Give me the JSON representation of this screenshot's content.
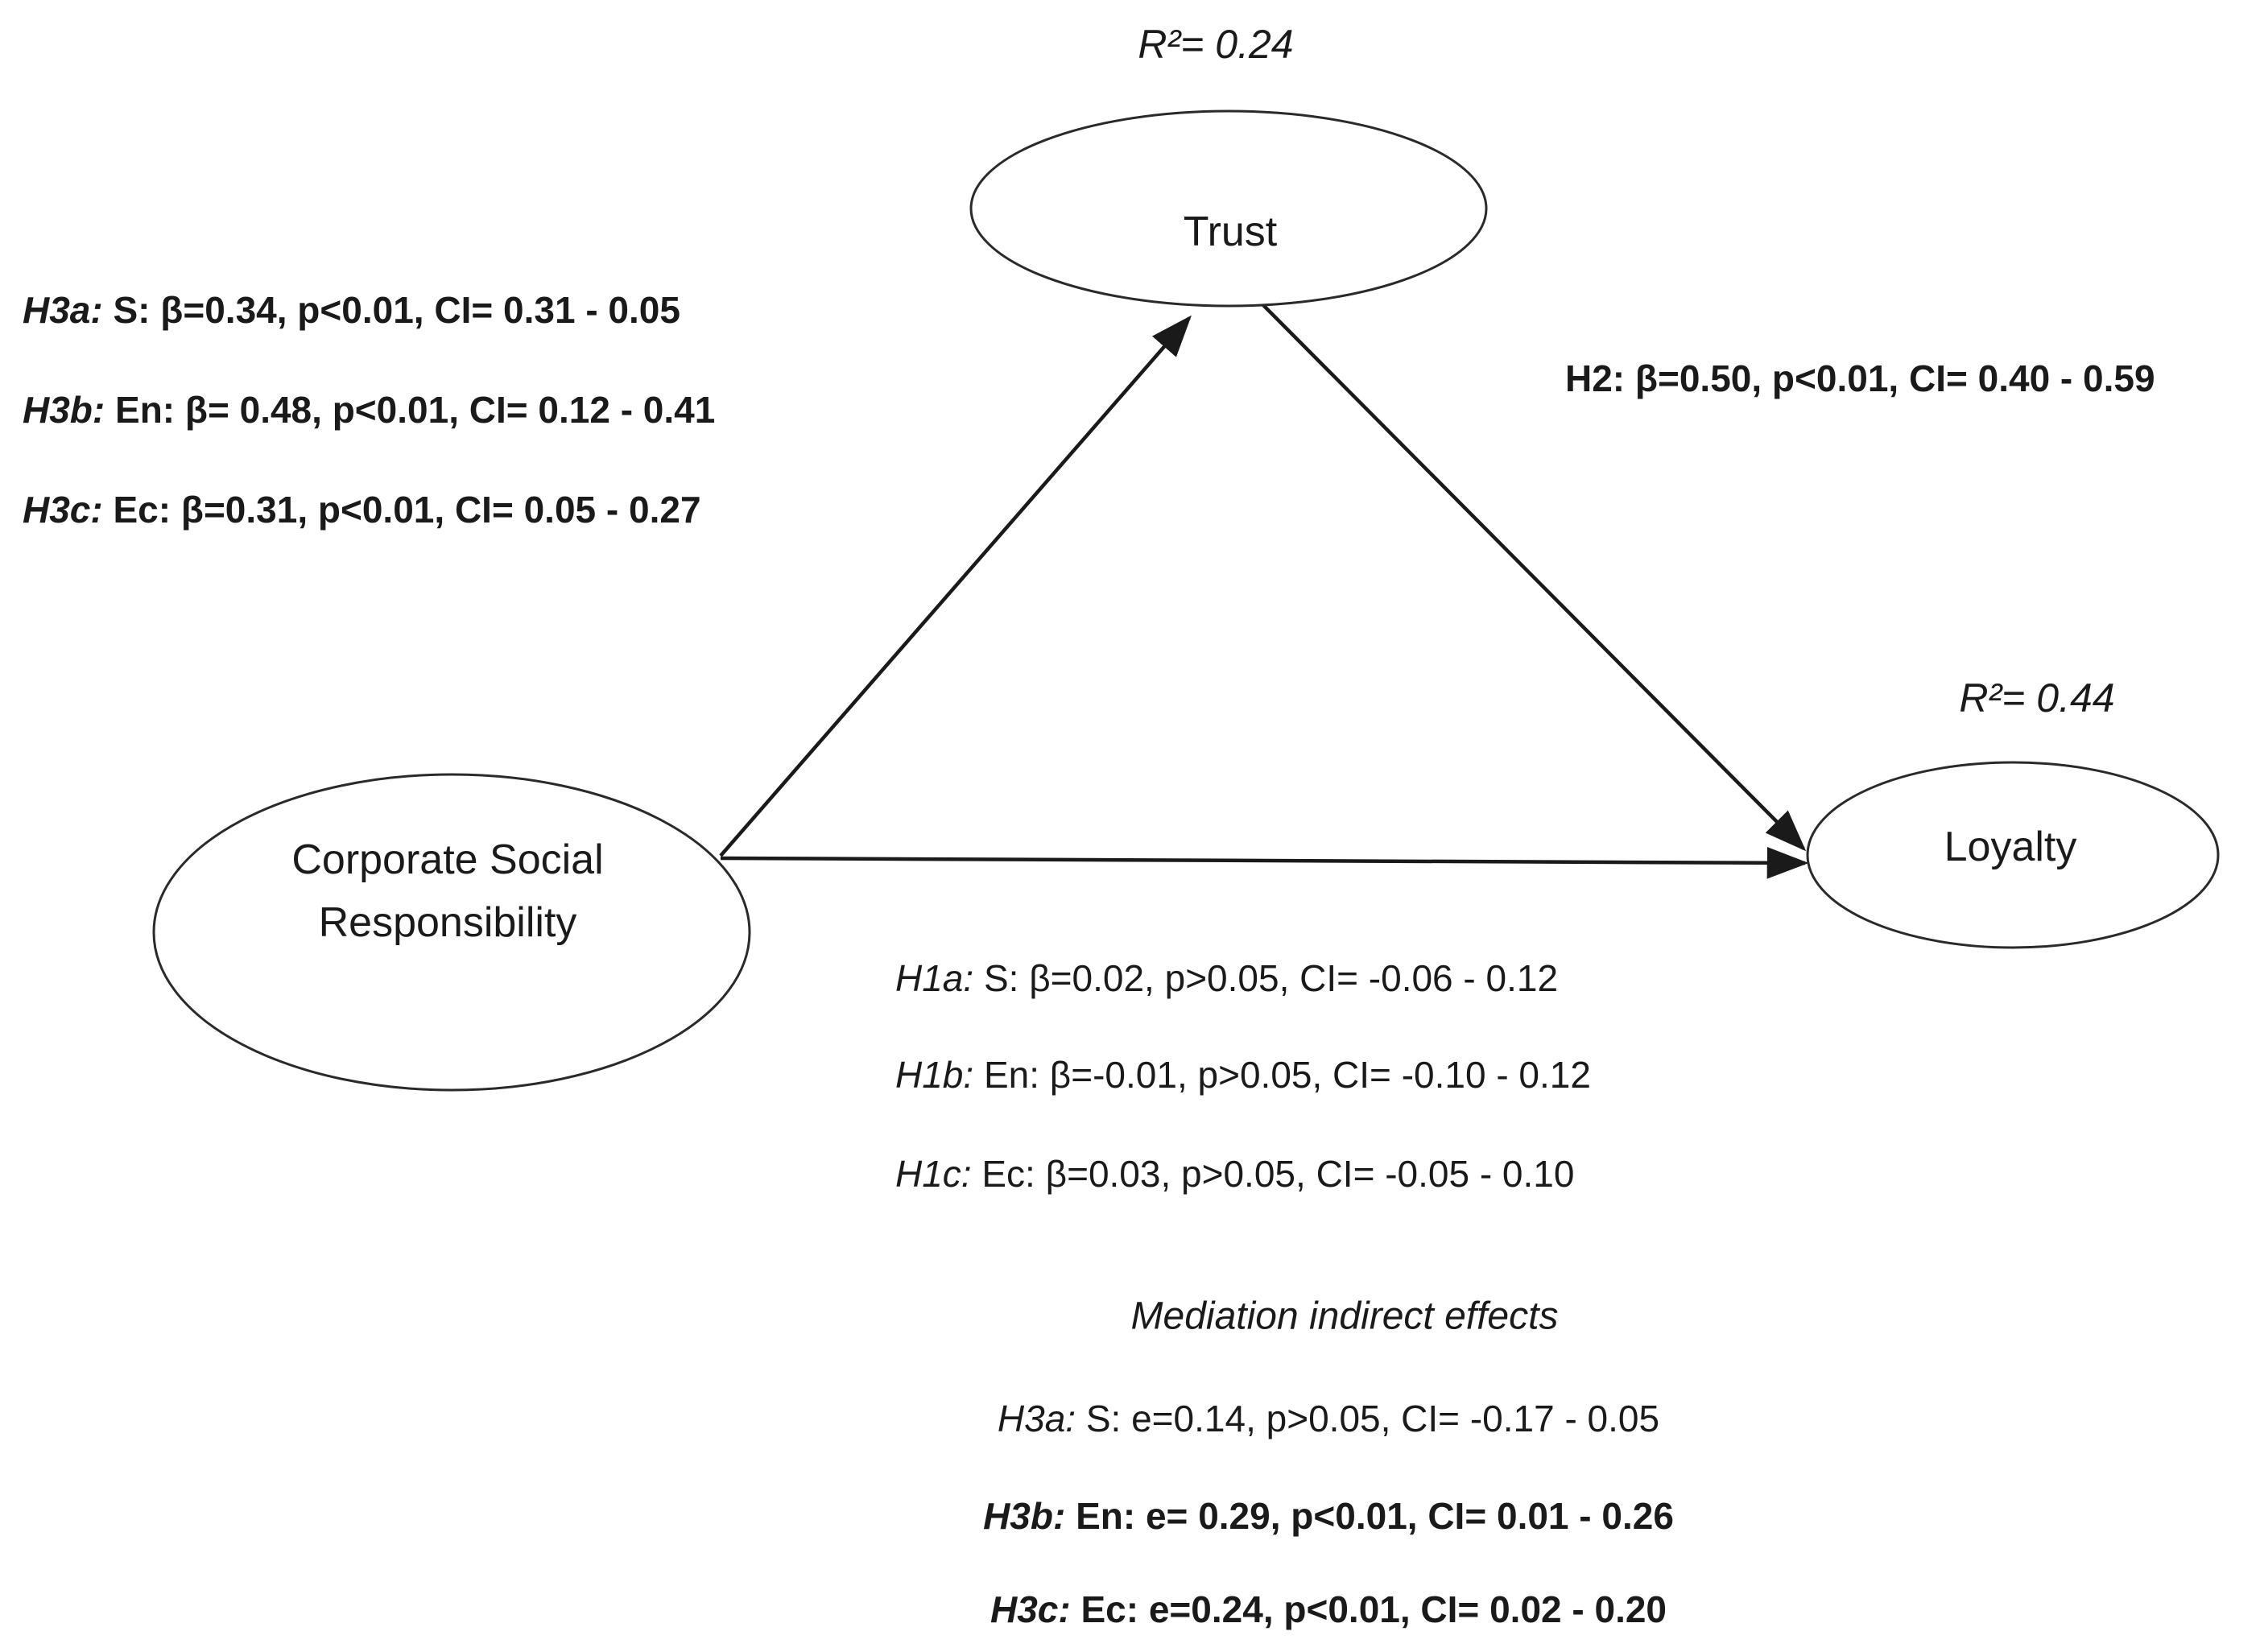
{
  "figure": {
    "type": "structural-equation-mediation-model",
    "ink_color": "#1a1a1a",
    "background_color": "#ffffff",
    "nodes": {
      "trust": {
        "label": "Trust",
        "r_squared": "R²= 0.24"
      },
      "csr": {
        "label_line1": "Corporate Social",
        "label_line2": "Responsibility"
      },
      "loyalty": {
        "label": "Loyalty",
        "r_squared": "R²= 0.44"
      }
    },
    "edges": [
      {
        "from": "Corporate Social Responsibility",
        "to": "Trust"
      },
      {
        "from": "Trust",
        "to": "Loyalty"
      },
      {
        "from": "Corporate Social Responsibility",
        "to": "Loyalty"
      }
    ],
    "csr_to_trust_effects": {
      "lines": [
        {
          "id": "H3a:",
          "text": " S: β=0.34, p<0.01, CI= 0.31 - 0.05"
        },
        {
          "id": "H3b:",
          "text": " En: β= 0.48, p<0.01, CI= 0.12 - 0.41"
        },
        {
          "id": "H3c:",
          "text": " Ec: β=0.31, p<0.01, CI= 0.05 - 0.27"
        }
      ]
    },
    "trust_to_loyalty_effect": {
      "line": "H2: β=0.50, p<0.01, CI= 0.40 - 0.59"
    },
    "csr_to_loyalty_effects": {
      "lines": [
        {
          "id": "H1a:",
          "text": " S: β=0.02, p>0.05, CI= -0.06 - 0.12"
        },
        {
          "id": "H1b:",
          "text": " En: β=-0.01, p>0.05, CI= -0.10 - 0.12"
        },
        {
          "id": "H1c:",
          "text": " Ec: β=0.03, p>0.05, CI= -0.05 - 0.10"
        }
      ]
    },
    "mediation": {
      "title": "Mediation indirect effects",
      "lines": [
        {
          "id": "H3a:",
          "text": " S: e=0.14, p>0.05, CI= -0.17 - 0.05"
        },
        {
          "id": "H3b:",
          "text": " En: e= 0.29, p<0.01, CI= 0.01 - 0.26"
        },
        {
          "id": "H3c:",
          "text": " Ec: e=0.24, p<0.01, CI= 0.02 - 0.20"
        }
      ]
    }
  }
}
